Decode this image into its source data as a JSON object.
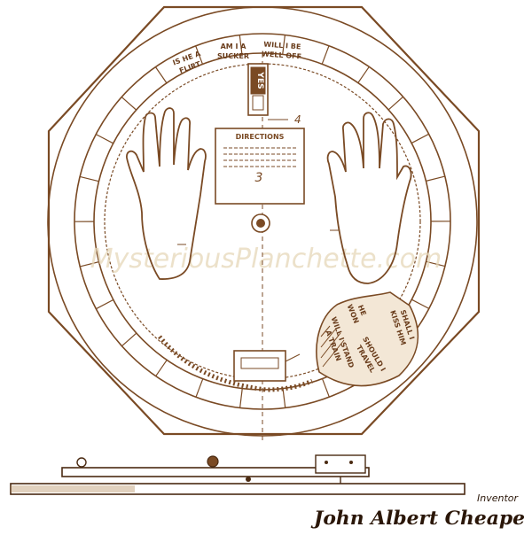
{
  "board": {
    "segments_top": [
      {
        "line1": "IS HE A",
        "line2": "FLIRT"
      },
      {
        "line1": "AM I A",
        "line2": "SUCKER"
      },
      {
        "line1": "WILL I BE",
        "line2": "WELL OFF"
      }
    ],
    "segments_cutaway": [
      {
        "line1": "SHALL I",
        "line2": "KISS HIM"
      },
      {
        "line1": "SHOULD I",
        "line2": "TRAVEL"
      },
      {
        "line1": "WILL I STAND",
        "line2": "A TRAIN"
      },
      {
        "line1": "HE",
        "line2": "WON"
      }
    ],
    "pointer_label": "YES",
    "directions_title": "DIRECTIONS",
    "ref_numeral_directions": "3",
    "ref_numeral_arrow": "4"
  },
  "watermark": "MysteriousPlanchette.com",
  "inventor_label": "Inventor",
  "inventor_name": "John Albert Cheape",
  "colors": {
    "ink": "#7a4a24",
    "signature": "#2a1608",
    "watermark": "#e6d7b8"
  }
}
